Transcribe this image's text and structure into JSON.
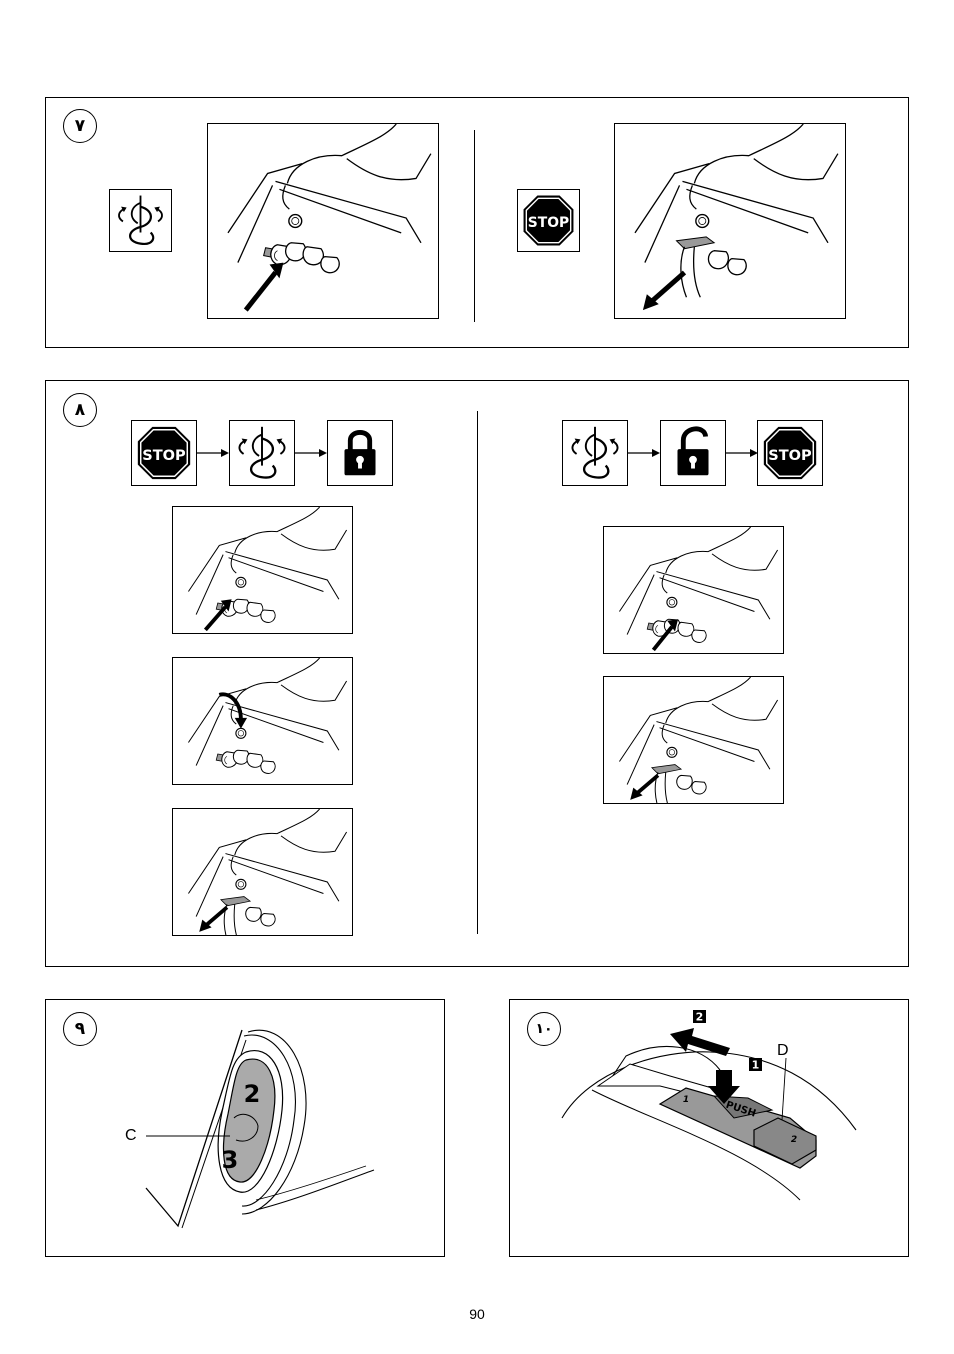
{
  "figures": {
    "fig7": {
      "badge": "٧",
      "stop_label": "STOP"
    },
    "fig8": {
      "badge": "٨",
      "stop_label": "STOP"
    },
    "fig9": {
      "badge": "٩",
      "callout_c": "C",
      "dial_number_top": "2",
      "dial_number_bottom": "3"
    },
    "fig10": {
      "badge": "١٠",
      "callout_d": "D",
      "step_1": "1",
      "step_2": "2",
      "button_label": "PUSH",
      "slider_pos_1": "1",
      "slider_pos_2": "2"
    }
  },
  "footer": {
    "page_number": "90"
  },
  "icons": {
    "rotation": "mixing-paddle-rotation-icon",
    "stop": "stop-sign-icon",
    "lock": "padlock-locked-icon",
    "unlock": "padlock-unlocked-icon"
  }
}
